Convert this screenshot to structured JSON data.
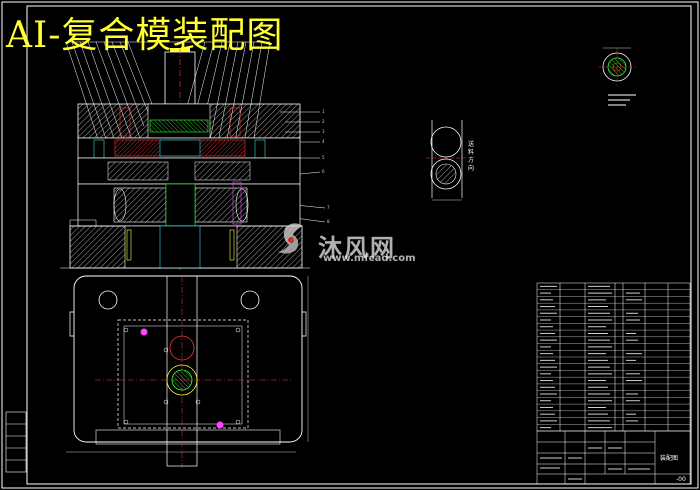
{
  "drawing": {
    "title": "AI-复合模装配图",
    "watermark_text": "沐风网",
    "watermark_url": "www.mfcad.com",
    "title_block_name": "装配图",
    "corner_code": "-00",
    "colors": {
      "background": "#000000",
      "title": "#ffff33",
      "frame": "#ffffff",
      "part_red": "#ff3333",
      "part_cyan": "#33dddd",
      "part_green": "#33ff33",
      "part_magenta": "#ff44ff",
      "part_yellow": "#ffff33"
    }
  }
}
